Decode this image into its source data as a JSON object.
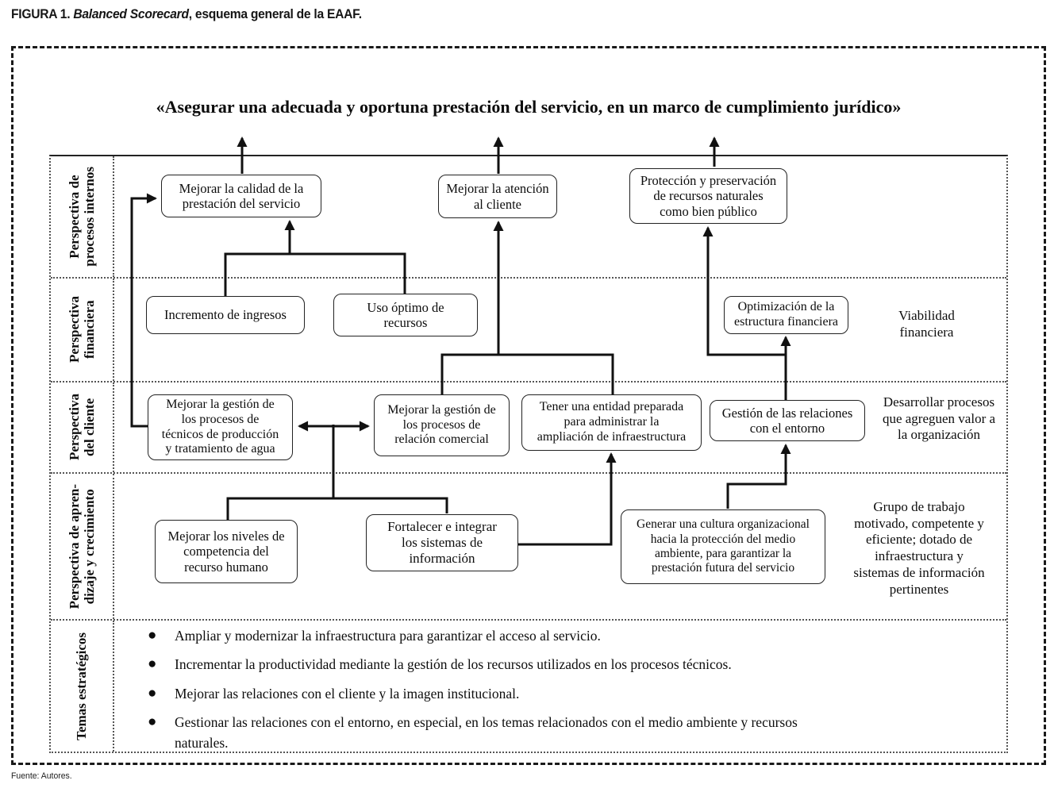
{
  "colors": {
    "ink": "#111111",
    "dotted_border": "#555555"
  },
  "caption": {
    "prefix": "FIGURA 1. ",
    "italic": "Balanced Scorecard",
    "rest": ", esquema general de la EAAF."
  },
  "vision": "«Asegurar una adecuada y oportuna prestación del servicio, en un marco de cumplimiento jurídico»",
  "rows": [
    {
      "label": "Perspectiva de\nprocesos internos"
    },
    {
      "label": "Perspectiva\nfinanciera"
    },
    {
      "label": "Perspectiva\ndel cliente"
    },
    {
      "label": "Perspectiva de apren-\ndizaje y crecimiento"
    },
    {
      "label": "Temas estratégicos"
    }
  ],
  "boxes": {
    "calidad": "Mejorar la calidad de la\nprestación del servicio",
    "atencion": "Mejorar la atención\nal cliente",
    "proteccion": "Protección y preservación\nde recursos naturales\ncomo bien público",
    "ingresos": "Incremento de ingresos",
    "uso": "Uso óptimo de\nrecursos",
    "optimizacion": "Optimización de la\nestructura financiera",
    "tecnicos": "Mejorar la gestión de\nlos procesos de\ntécnicos de producción\ny tratamiento de agua",
    "comercial": "Mejorar la gestión de\nlos procesos de\nrelación comercial",
    "entidad": "Tener una entidad preparada\npara administrar la\nampliación de infraestructura",
    "entorno": "Gestión de las relaciones\ncon el entorno",
    "competencia": "Mejorar los niveles de\ncompetencia del\nrecurso humano",
    "sistemas": "Fortalecer e integrar\nlos sistemas de\ninformación",
    "cultura": "Generar una cultura organizacional\nhacia la protección del medio\nambiente, para garantizar la\nprestación futura del servicio"
  },
  "annotations": {
    "financiera": "Viabilidad\nfinanciera",
    "cliente": "Desarrollar procesos\nque agreguen valor a\nla organización",
    "aprendizaje": "Grupo de trabajo\nmotivado, competente y\neficiente; dotado de\ninfraestructura y\nsistemas de información\npertinentes"
  },
  "temas": [
    "Ampliar y modernizar la infraestructura para garantizar el acceso al servicio.",
    "Incrementar la productividad mediante la gestión de los recursos utilizados en los procesos técnicos.",
    "Mejorar las relaciones con el cliente y la imagen institucional.",
    "Gestionar las relaciones con el entorno, en especial, en los temas relacionados con el medio ambiente y recursos\nnaturales."
  ],
  "source": "Fuente: Autores."
}
